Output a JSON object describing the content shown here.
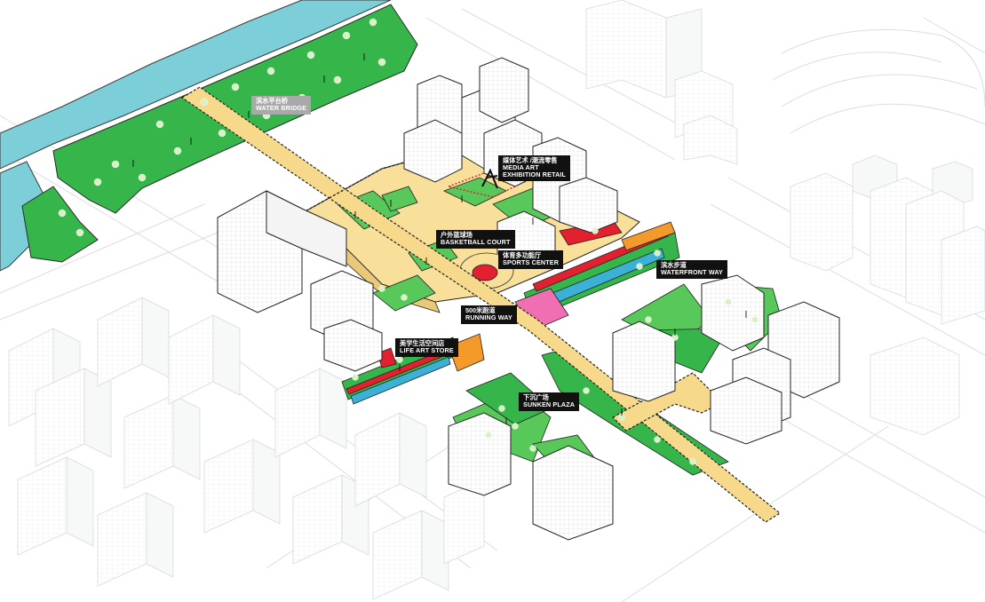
{
  "colors": {
    "water": "#7ccfd9",
    "lawn": "#35b54a",
    "lawn_light": "#58c85a",
    "path": "#f6d98a",
    "plaza": "#f8df9a",
    "building": "#ffffff",
    "building_line": "#333333",
    "context_line": "#cfd3d6",
    "red": "#e2202f",
    "pink": "#f06fb3",
    "orange": "#f39a2a",
    "blue": "#3cb1d6",
    "label_bg": "#111111",
    "label_grey": "#a9a9a9"
  },
  "labels": {
    "water_bridge": {
      "cn": "滨水平台桥",
      "en": "WATER BRIDGE"
    },
    "media_art": {
      "cn": "媒体艺术 /潮流零售",
      "en1": "MEDIA ART",
      "en2": "EXHIBITION RETAIL"
    },
    "basketball": {
      "cn": "户外篮球场",
      "en": "BASKETBALL COURT"
    },
    "sports": {
      "cn": "体育多功能厅",
      "en": "SPORTS CENTER"
    },
    "waterfront": {
      "cn": "滨水步道",
      "en": "WATERFRONT WAY"
    },
    "running": {
      "cn": "500米跑道",
      "en": "RUNNING WAY"
    },
    "life_art": {
      "cn": "美学生活空间店",
      "en": "LIFE ART STORE"
    },
    "sunken": {
      "cn": "下沉广场",
      "en": "SUNKEN PLAZA"
    }
  },
  "icons": [
    "sculpture-icon",
    "tree-icon",
    "person-icon"
  ]
}
